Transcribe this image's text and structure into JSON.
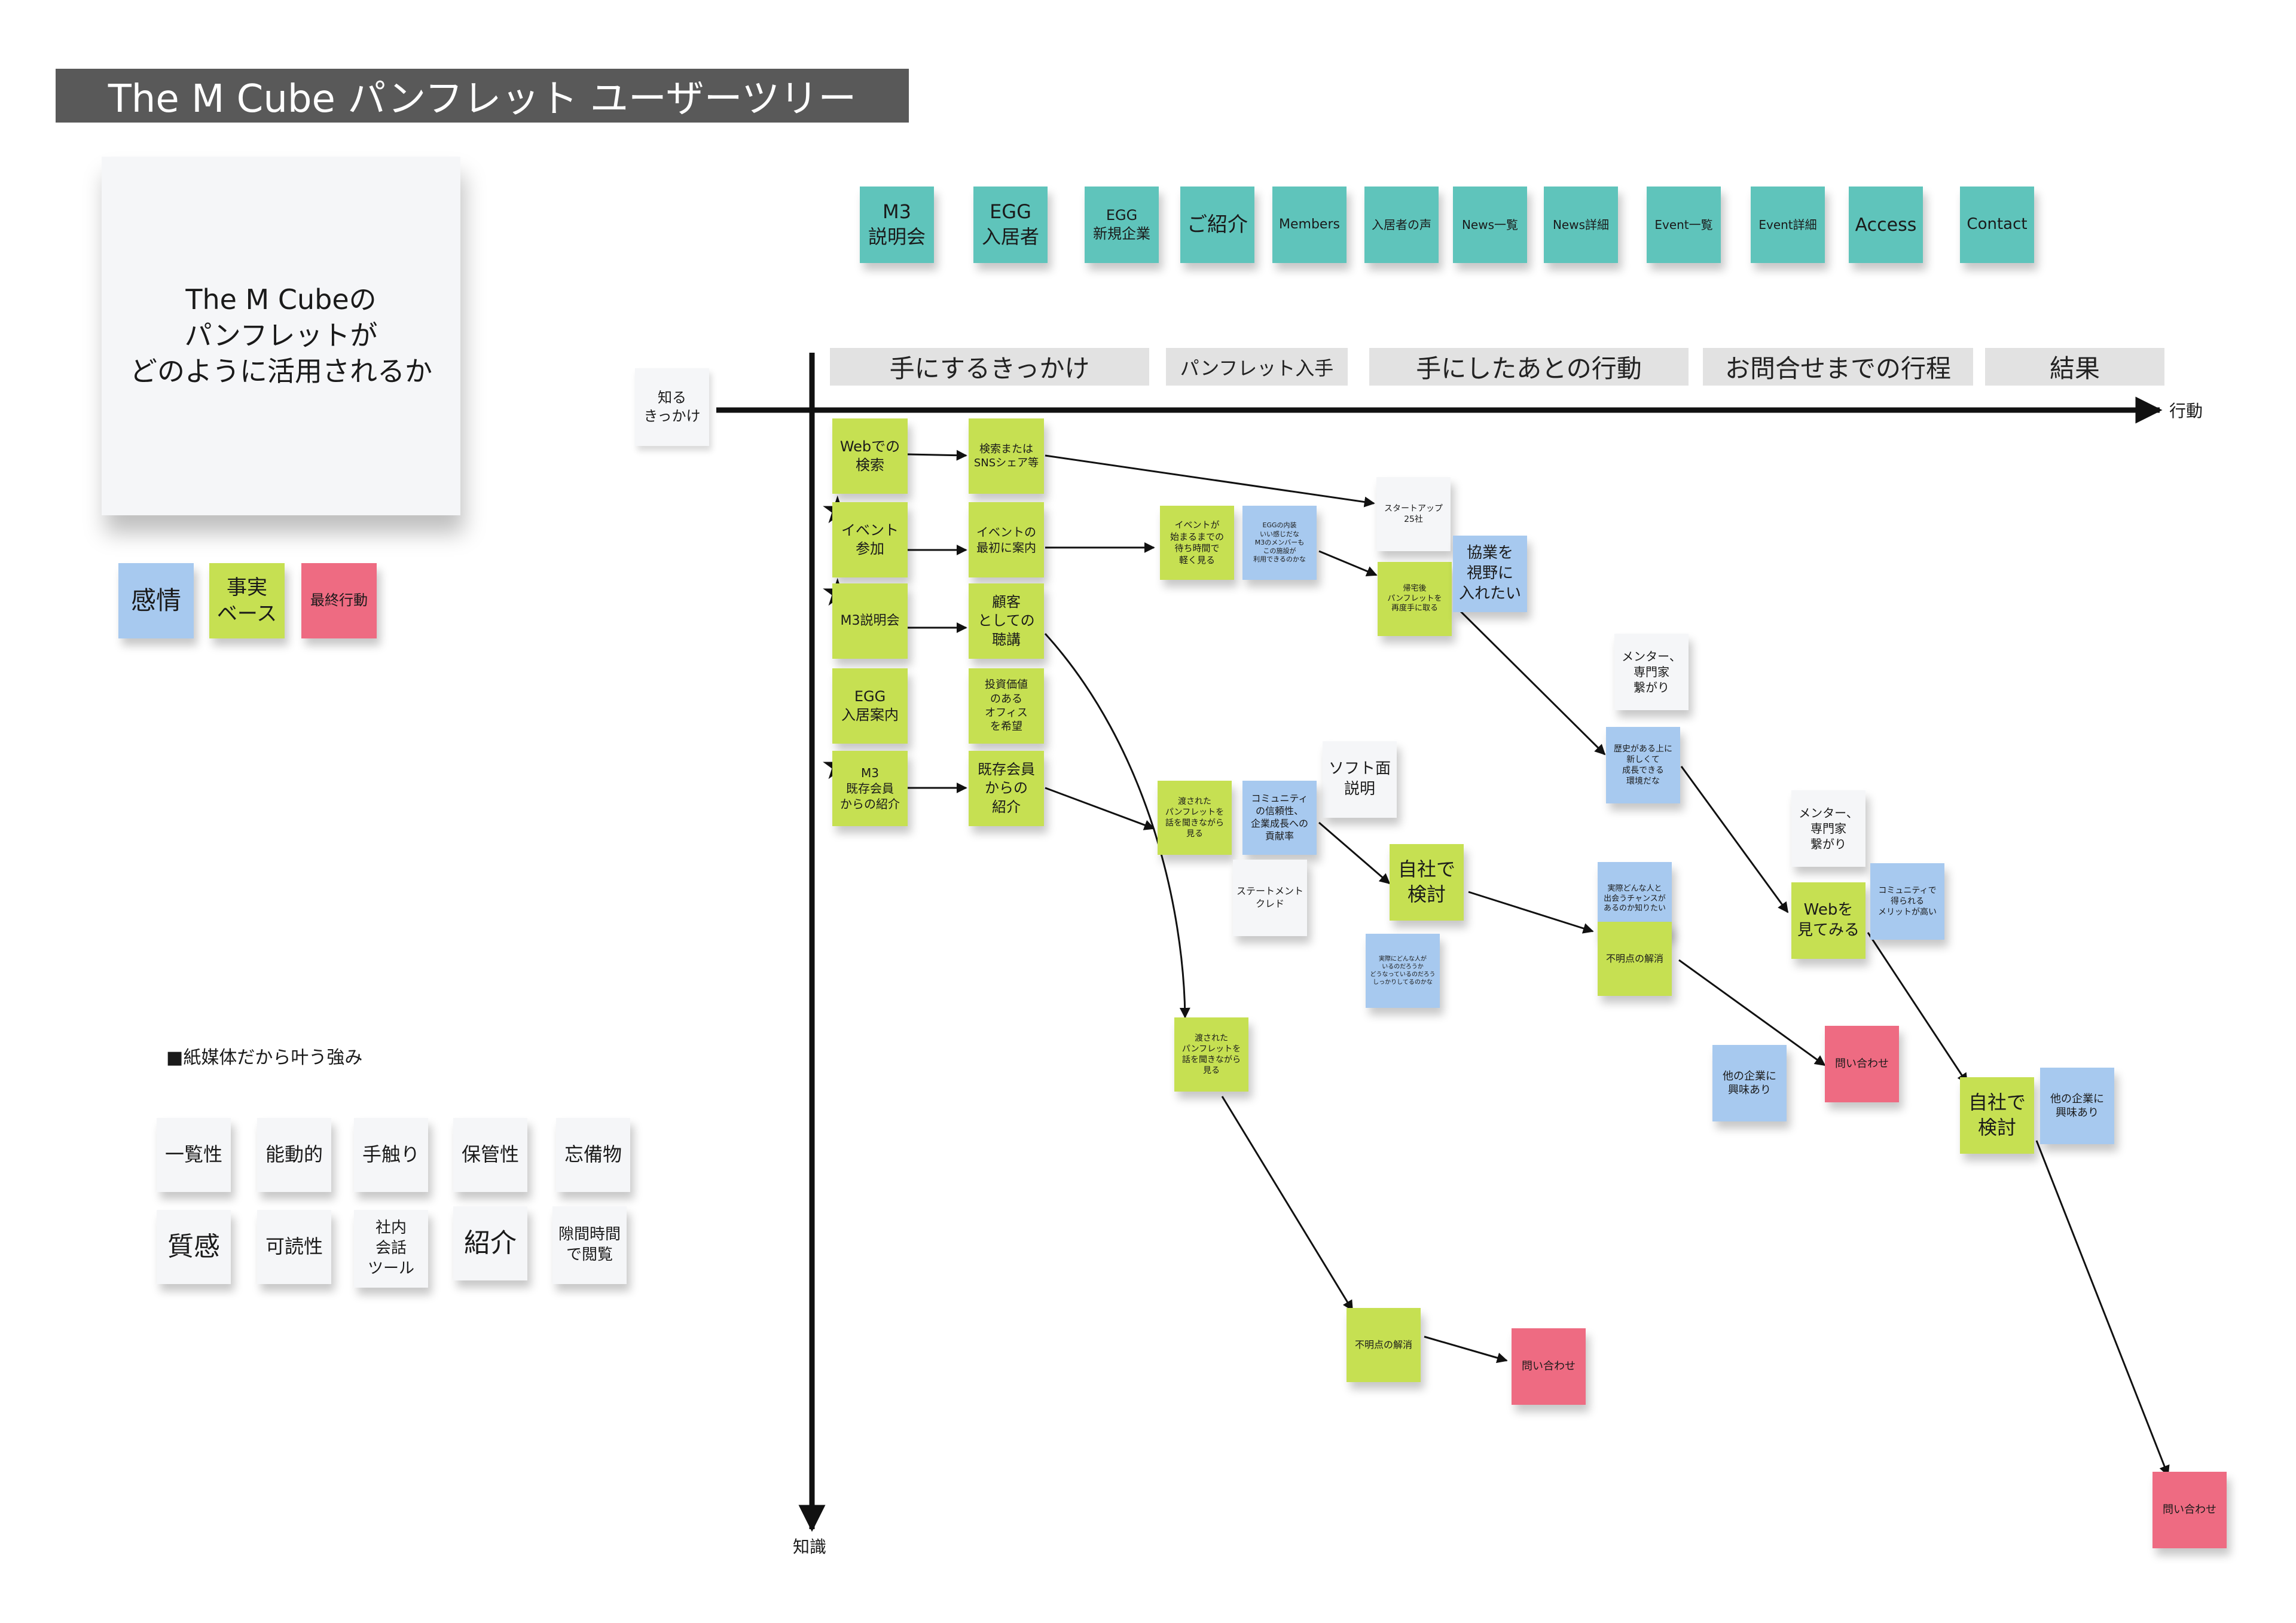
{
  "title": "The M Cube パンフレット ユーザーツリー",
  "main_note": "The M Cubeの\nパンフレットが\nどのように活用されるか",
  "legend": {
    "emotion": "感情",
    "fact": "事実\nベース",
    "final": "最終行動"
  },
  "pages": [
    "M3\n説明会",
    "EGG\n入居者",
    "EGG\n新規企業",
    "ご紹介",
    "Members",
    "入居者の声",
    "News一覧",
    "News詳細",
    "Event一覧",
    "Event詳細",
    "Access",
    "Contact"
  ],
  "headers": [
    "手にするきっかけ",
    "パンフレット入手",
    "手にしたあとの行動",
    "お問合せまでの行程",
    "結果"
  ],
  "axis": {
    "x_label": "行動",
    "y_label": "知識",
    "origin_label": "知る\nきっかけ"
  },
  "triggers": [
    "Webでの\n検索",
    "イベント\n参加",
    "M3説明会",
    "EGG\n入居案内",
    "M3\n既存会員\nからの紹介"
  ],
  "acquire": [
    "検索または\nSNSシェア等",
    "イベントの\n最初に案内",
    "顧客\nとしての\n聴講",
    "投資価値\nのある\nオフィス\nを希望",
    "既存会員\nからの\n紹介"
  ],
  "flow": {
    "event_wait": "イベントが\n始まるまでの\n待ち時間で\n軽く見る",
    "egg_blue": "EGGの内装\nいい感じだな\nM3のメンバーも\nこの施設が\n利用できるのかな",
    "startup": "スタートアップ\n25社",
    "takehome": "帰宅後\nパンフレットを\n再度手に取る",
    "collab": "協業を\n視野に\n入れたい",
    "mentor1": "メンター、\n専門家\n繋がり",
    "history": "歴史がある上に\n新しくて\n成長できる\n環境だな",
    "soft": "ソフト面\n説明",
    "passed1": "渡された\nパンフレットを\n話を聞きながら\n見る",
    "community_trust": "コミュニティ\nの信頼性、\n企業成長への\n貢献率",
    "statement": "ステートメント\nクレド",
    "self1": "自社で\n検討",
    "blue_small": "実際にどんな人が\nいるのだろうか\nどうなっているのだろう\nしっかりしてるのかな",
    "actual": "実際どんな人と\n出会うチャンスが\nあるのか知りたい",
    "unclear1": "不明点の解消",
    "mentor2": "メンター、\n専門家\n繋がり",
    "web_view": "Webを\n見てみる",
    "comm_merit": "コミュニティで\n得られる\nメリットが高い",
    "inq1": "問い合わせ",
    "other1": "他の企業に\n興味あり",
    "self2": "自社で\n検討",
    "other2": "他の企業に\n興味あり",
    "passed2": "渡された\nパンフレットを\n話を聞きながら\n見る",
    "unclear2": "不明点の解消",
    "inq2": "問い合わせ",
    "inq3": "問い合わせ"
  },
  "strengths": {
    "title": "■紙媒体だから叶う強み",
    "items": [
      "一覧性",
      "能動的",
      "手触り",
      "保管性",
      "忘備物",
      "質感",
      "可読性",
      "社内\n会話\nツール",
      "紹介",
      "隙間時間\nで閲覧"
    ]
  },
  "colors": {
    "teal": "#5fc4bb",
    "green": "#c6e052",
    "blue": "#a7c9ef",
    "pink": "#ee6b82",
    "title_bg": "#595959"
  }
}
